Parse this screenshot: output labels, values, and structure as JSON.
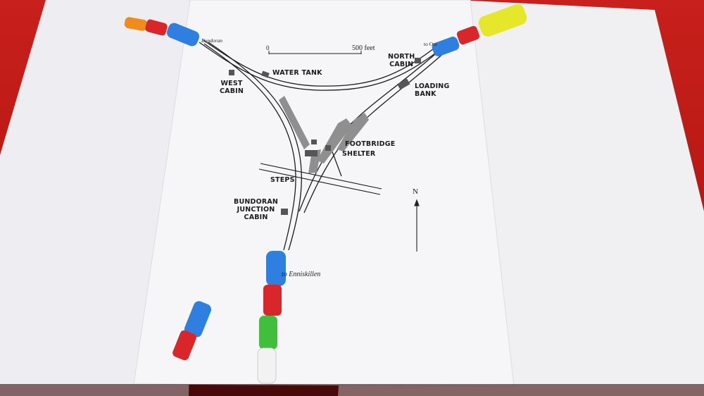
{
  "map": {
    "scale": {
      "start": "0",
      "end": "500 feet"
    },
    "destinations": {
      "bundoran": "Bundoran",
      "omagh": "to Om",
      "enniskillen": "to Enniskillen"
    },
    "labels": {
      "water_tank": "WATER TANK",
      "west_cabin_1": "WEST",
      "west_cabin_2": "CABIN",
      "north_cabin_1": "NORTH",
      "north_cabin_2": "CABIN",
      "loading_bank_1": "LOADING",
      "loading_bank_2": "BANK",
      "footbridge": "FOOTBRIDGE",
      "shelter": "SHELTER",
      "steps": "STEPS",
      "junction_1": "BUNDORAN",
      "junction_2": "JUNCTION",
      "junction_3": "CABIN"
    },
    "north": "N"
  },
  "colors": {
    "background_cloth": "#c8201c",
    "paper": "#f4f4f6",
    "ink": "#1b1b1b",
    "platform": "#8f8f8f",
    "model_blue": "#2f7fe0",
    "model_red": "#d8262a",
    "model_green": "#3fbf3c",
    "model_yellow": "#e6e62a",
    "model_orange": "#f28a1c",
    "model_white": "#f2f2f2"
  },
  "models": {
    "top_left_train": [
      "orange",
      "red",
      "blue"
    ],
    "top_right_train": [
      "blue",
      "red",
      "yellow"
    ],
    "bottom_train": [
      "blue",
      "red",
      "green",
      "white"
    ],
    "loose_pair": [
      "blue",
      "red"
    ]
  }
}
